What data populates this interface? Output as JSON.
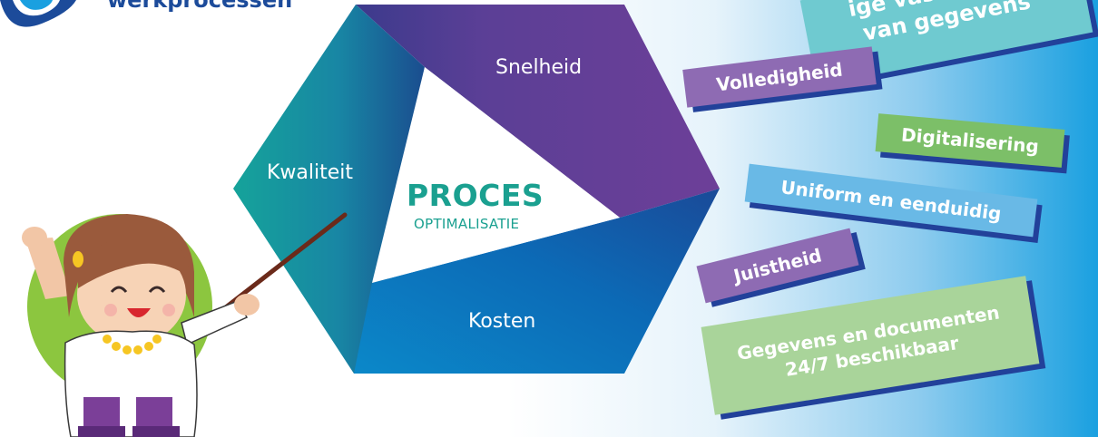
{
  "logo": {
    "text": "werkprocessen"
  },
  "diagram": {
    "segments": {
      "quality": "Kwaliteit",
      "speed": "Snelheid",
      "cost": "Kosten"
    },
    "center_title": "PROCES",
    "center_subtitle": "OPTIMALISATIE"
  },
  "tags": [
    {
      "id": "vastlegging",
      "lines": [
        "ige vastlegging",
        "van gegevens"
      ],
      "color": "#6fcad0"
    },
    {
      "id": "volledigheid",
      "lines": [
        "Volledigheid"
      ],
      "color": "#8e6bb3"
    },
    {
      "id": "digitalisering",
      "lines": [
        "Digitalisering"
      ],
      "color": "#7cbf68"
    },
    {
      "id": "uniform",
      "lines": [
        "Uniform en eenduidig"
      ],
      "color": "#69b9e6"
    },
    {
      "id": "juistheid",
      "lines": [
        "Juistheid"
      ],
      "color": "#8e6bb3"
    },
    {
      "id": "gegevens",
      "lines": [
        "Gegevens en documenten",
        "24/7 beschikbaar"
      ],
      "color": "#a9d49a"
    }
  ],
  "colors": {
    "brand": "#1c4b9a",
    "teal": "#1aa090",
    "purple": "#6a3f97",
    "blue": "#0f64b0",
    "shadow": "#22419a"
  }
}
